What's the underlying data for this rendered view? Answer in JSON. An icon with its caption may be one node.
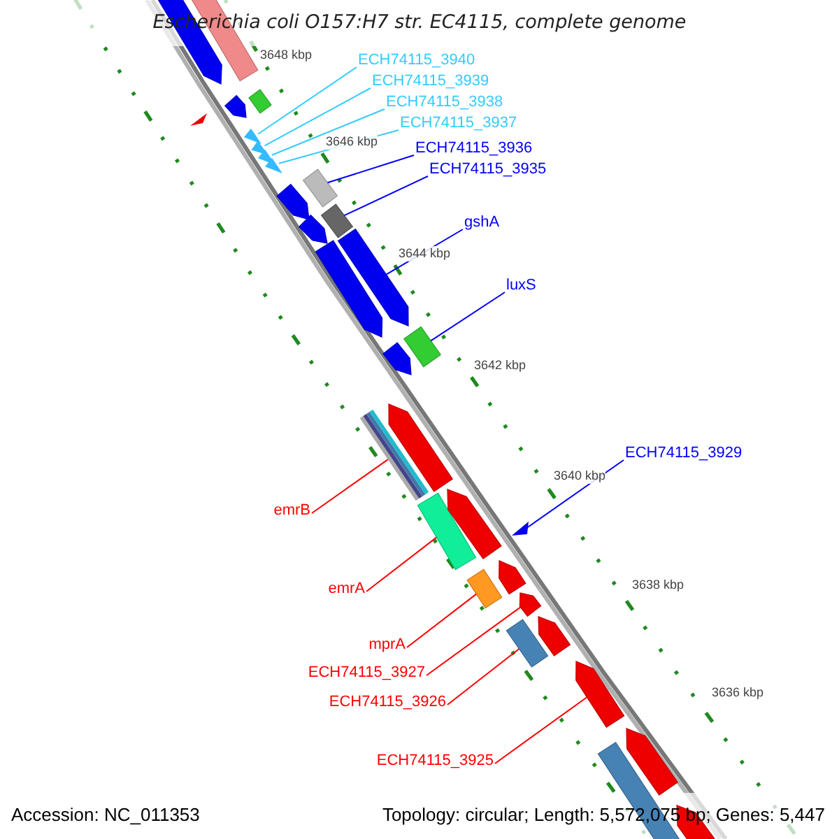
{
  "diagram": {
    "title": "Escherichia coli O157:H7 str. EC4115, complete genome",
    "nodes": [
      {
        "text": [
          "ECH74115_3940"
        ]
      },
      {
        "text": [
          "ECH74115_3939"
        ]
      },
      {
        "text": [
          "ECH74115_3938"
        ]
      },
      {
        "text": [
          "ECH74115_3937"
        ]
      },
      {
        "text": [
          "ECH74115_3936"
        ]
      },
      {
        "text": [
          "ECH74115_3935"
        ]
      },
      {
        "text": [
          "gshA"
        ]
      },
      {
        "text": [
          "luxS"
        ]
      },
      {
        "text": [
          "ECH74115_3929"
        ]
      },
      {
        "text": [
          "emrB"
        ]
      },
      {
        "text": [
          "emrA"
        ]
      },
      {
        "text": [
          "mprA"
        ]
      },
      {
        "text": [
          "ECH74115_3927"
        ]
      },
      {
        "text": [
          "ECH74115_3926"
        ]
      },
      {
        "text": [
          "ECH74115_3925"
        ]
      },
      {
        "text": [],
        "shape": "triangle"
      },
      {
        "text": [],
        "shape": "triangle"
      },
      {
        "text": [],
        "shape": "triangle"
      },
      {
        "text": [],
        "shape": "triangle"
      },
      {
        "text": [],
        "shape": "box"
      },
      {
        "text": [],
        "shape": "box"
      },
      {
        "text": [],
        "shape": "pentagon"
      },
      {
        "text": [],
        "shape": "box"
      },
      {
        "text": [],
        "shape": "triangle"
      },
      {
        "text": [],
        "shape": "bar"
      },
      {
        "text": [],
        "shape": "box"
      },
      {
        "text": [],
        "shape": "box"
      },
      {
        "text": [],
        "shape": "pentagon"
      },
      {
        "text": [],
        "shape": "box"
      },
      {
        "text": [],
        "shape": "pentagon"
      },
      {
        "text": [],
        "shape": "pentagon"
      },
      {
        "text": [],
        "shape": "box"
      },
      {
        "text": [],
        "shape": "pentagon"
      },
      {
        "text": [],
        "shape": "box"
      },
      {
        "text": [],
        "shape": "triangle"
      },
      {
        "text": [],
        "shape": "pentagon"
      },
      {
        "text": [],
        "shape": "pentagon"
      },
      {
        "text": [],
        "shape": "pentagon"
      },
      {
        "text": [],
        "shape": "pentagon"
      },
      {
        "text": [],
        "shape": "pentagon"
      },
      {
        "text": [],
        "shape": "pentagon"
      },
      {
        "text": [],
        "shape": "pentagon"
      },
      {
        "text": [],
        "shape": "pentagon"
      },
      {
        "text": [],
        "shape": "pentagon"
      },
      {
        "text": [],
        "shape": "pentagon"
      },
      {
        "text": [],
        "shape": "box"
      }
    ],
    "edges": [
      {
        "from": 0,
        "to": 15,
        "arrow": "none",
        "color": "#33ccff"
      },
      {
        "from": 1,
        "to": 16,
        "arrow": "none",
        "color": "#33ccff"
      },
      {
        "from": 2,
        "to": 17,
        "arrow": "none",
        "color": "#33ccff"
      },
      {
        "from": 3,
        "to": 18,
        "arrow": "none",
        "color": "#33ccff"
      },
      {
        "from": 4,
        "to": 19,
        "arrow": "none",
        "color": "#0000ff"
      },
      {
        "from": 5,
        "to": 20,
        "arrow": "none",
        "color": "#0000ff"
      },
      {
        "from": 6,
        "to": 21,
        "arrow": "none",
        "color": "#0000ff"
      },
      {
        "from": 7,
        "to": 22,
        "arrow": "none",
        "color": "#0000ff"
      },
      {
        "from": 8,
        "to": 23,
        "arrow": "none",
        "color": "#0000ff"
      },
      {
        "from": 9,
        "to": 24,
        "arrow": "none"
      },
      {
        "from": 10,
        "to": 25,
        "arrow": "none"
      },
      {
        "from": 11,
        "to": 26,
        "arrow": "none"
      },
      {
        "from": 12,
        "to": 27,
        "arrow": "none"
      },
      {
        "from": 13,
        "to": 28,
        "arrow": "none"
      },
      {
        "from": 14,
        "to": 29,
        "arrow": "none"
      }
    ],
    "labels": [
      "3648 kbp",
      "3646 kbp",
      "3644 kbp",
      "3642 kbp",
      "3640 kbp",
      "3638 kbp",
      "3636 kbp",
      "Accession: NC_011353",
      "Topology: circular; Length: 5,572,075 bp; Genes: 5,447"
    ]
  }
}
